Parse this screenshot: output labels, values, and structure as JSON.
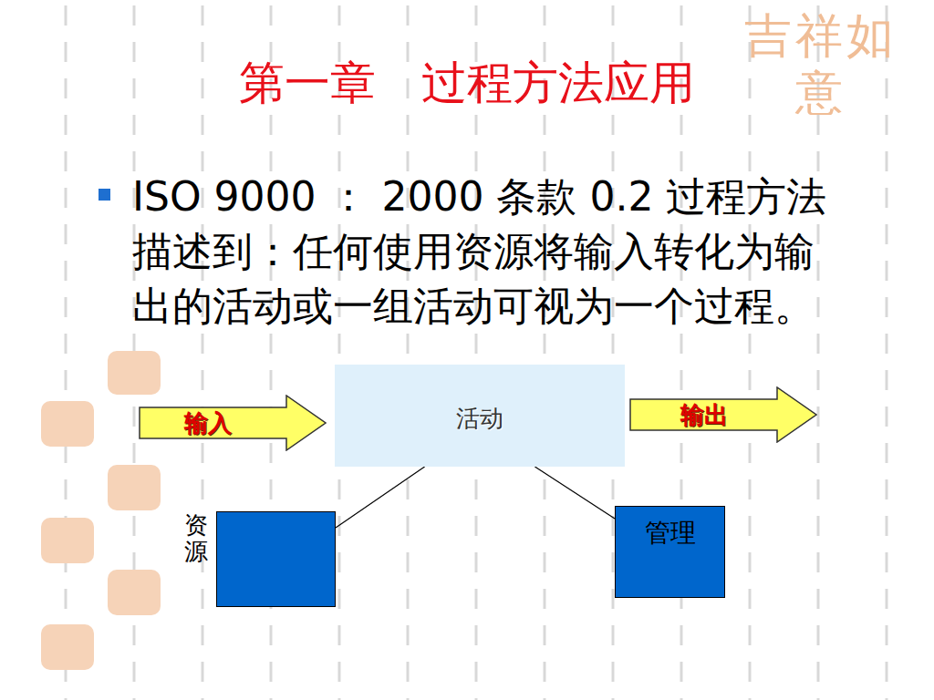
{
  "diagram": {
    "title": "第一章　过程方法应用",
    "nodes": [
      {
        "text": [
          "输入"
        ]
      },
      {
        "text": [
          "活动"
        ]
      },
      {
        "text": [
          "输出"
        ]
      },
      {
        "text": [
          "资源"
        ]
      },
      {
        "text": [
          "管理"
        ]
      }
    ],
    "edges": [
      {
        "from": 1,
        "to": 3,
        "arrow": "none"
      },
      {
        "from": 1,
        "to": 4,
        "arrow": "none"
      }
    ],
    "labels": [
      "ISO 9000 ： 2000 条款 0.2 过程方法描述到：任何使用资源将输入转化为输出的活动或一组活动可视为一个过程。",
      "吉祥如意"
    ]
  }
}
